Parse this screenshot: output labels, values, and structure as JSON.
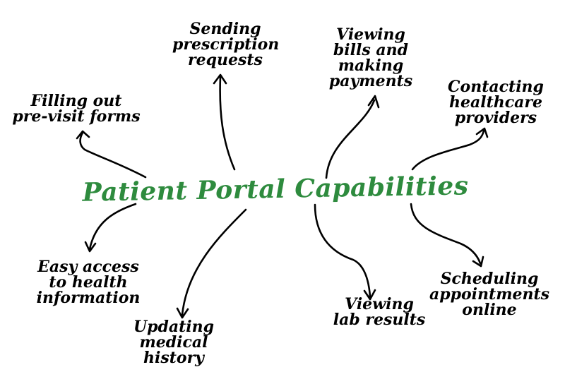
{
  "center": {
    "label": "Patient Portal Capabilities"
  },
  "colors": {
    "title": "#2e8b3e",
    "text": "#000000",
    "background": "#ffffff"
  },
  "nodes": [
    {
      "id": "sending-prescription",
      "lines": [
        "Sending",
        "prescription",
        "requests"
      ]
    },
    {
      "id": "filling-forms",
      "lines": [
        "Filling out",
        "pre-visit forms"
      ]
    },
    {
      "id": "viewing-bills",
      "lines": [
        "Viewing",
        "bills and",
        "making",
        "payments"
      ]
    },
    {
      "id": "contacting-providers",
      "lines": [
        "Contacting",
        "healthcare",
        "providers"
      ]
    },
    {
      "id": "easy-access",
      "lines": [
        "Easy access",
        "to health",
        "information"
      ]
    },
    {
      "id": "updating-history",
      "lines": [
        "Updating",
        "medical",
        "history"
      ]
    },
    {
      "id": "viewing-lab",
      "lines": [
        "Viewing",
        "lab results"
      ]
    },
    {
      "id": "scheduling",
      "lines": [
        "Scheduling",
        "appointments",
        "online"
      ]
    }
  ]
}
